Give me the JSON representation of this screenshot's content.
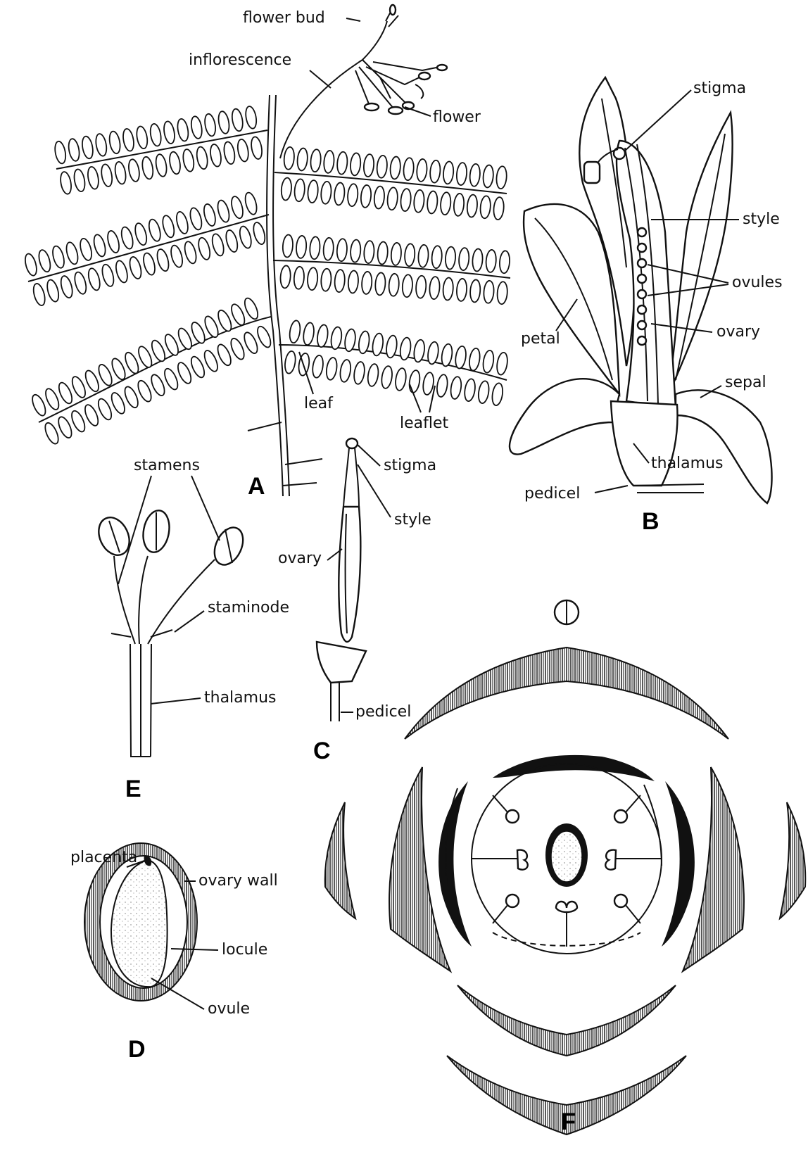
{
  "panels": {
    "A": "A",
    "B": "B",
    "C": "C",
    "D": "D",
    "E": "E",
    "F": "F"
  },
  "labels": {
    "flower_bud": "flower bud",
    "inflorescence": "inflorescence",
    "flower": "flower",
    "leaf": "leaf",
    "leaflet": "leaflet",
    "b_stigma": "stigma",
    "b_style": "style",
    "b_ovules": "ovules",
    "b_ovary": "ovary",
    "b_petal": "petal",
    "b_sepal": "sepal",
    "b_thalamus": "thalamus",
    "b_pedicel": "pedicel",
    "c_stigma": "stigma",
    "c_style": "style",
    "c_ovary": "ovary",
    "c_pedicel": "pedicel",
    "e_stamens": "stamens",
    "e_staminode": "staminode",
    "e_thalamus": "thalamus",
    "d_placenta": "placenta",
    "d_ovary_wall": "ovary wall",
    "d_locule": "locule",
    "d_ovule": "ovule"
  }
}
